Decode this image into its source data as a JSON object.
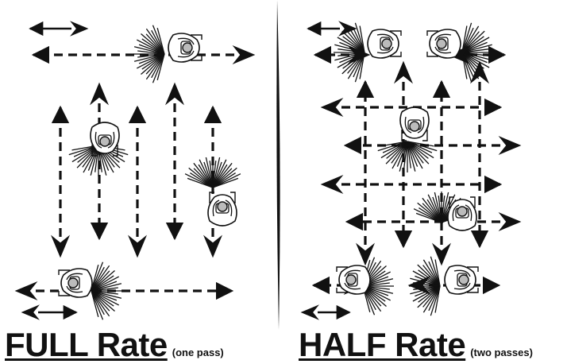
{
  "panels": {
    "left": {
      "title": "FULL Rate",
      "subtitle": "(one pass)"
    },
    "right": {
      "title": "HALF Rate",
      "subtitle": "(two passes)"
    }
  },
  "icons": [
    "walking-spreader-figure-icon",
    "spray-fan-icon",
    "direction-arrow-icon"
  ],
  "colors": {
    "ink": "#111111",
    "background": "#ffffff",
    "figure_fill": "#bbbbbb"
  }
}
